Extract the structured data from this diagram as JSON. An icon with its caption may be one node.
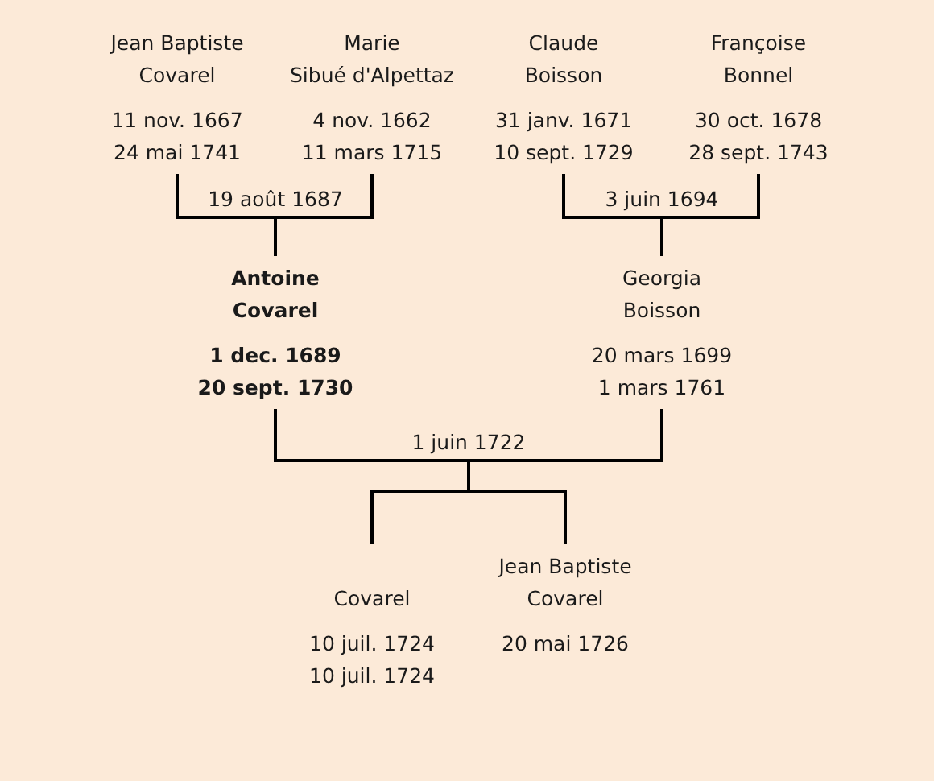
{
  "diagram": {
    "nodes": [
      {
        "text": [
          "Jean Baptiste Covarel",
          "11 nov. 1667",
          "24 mai 1741"
        ]
      },
      {
        "text": [
          "Marie Sibué d'Alpettaz",
          "4 nov. 1662",
          "11 mars 1715"
        ]
      },
      {
        "text": [
          "Claude Boisson",
          "31 janv. 1671",
          "10 sept. 1729"
        ]
      },
      {
        "text": [
          "Françoise Bonnel",
          "30 oct. 1678",
          "28 sept. 1743"
        ]
      },
      {
        "text": [
          "Antoine Covarel",
          "1 dec. 1689",
          "20 sept. 1730"
        ]
      },
      {
        "text": [
          "Georgia Boisson",
          "20 mars 1699",
          "1 mars 1761"
        ]
      },
      {
        "text": [
          "Covarel",
          "10 juil. 1724",
          "10 juil. 1724"
        ]
      },
      {
        "text": [
          "Jean Baptiste Covarel",
          "20 mai 1726"
        ]
      }
    ],
    "edges": [
      {
        "from": 0,
        "to": 4,
        "arrow": "none",
        "label": "19 août 1687"
      },
      {
        "from": 1,
        "to": 4,
        "arrow": "none"
      },
      {
        "from": 2,
        "to": 5,
        "arrow": "none",
        "label": "3 juin 1694"
      },
      {
        "from": 3,
        "to": 5,
        "arrow": "none"
      },
      {
        "from": 4,
        "to": 6,
        "arrow": "none",
        "label": "1 juin 1722"
      },
      {
        "from": 5,
        "to": 6,
        "arrow": "none"
      },
      {
        "from": 4,
        "to": 7,
        "arrow": "none"
      },
      {
        "from": 5,
        "to": 7,
        "arrow": "none"
      }
    ]
  }
}
